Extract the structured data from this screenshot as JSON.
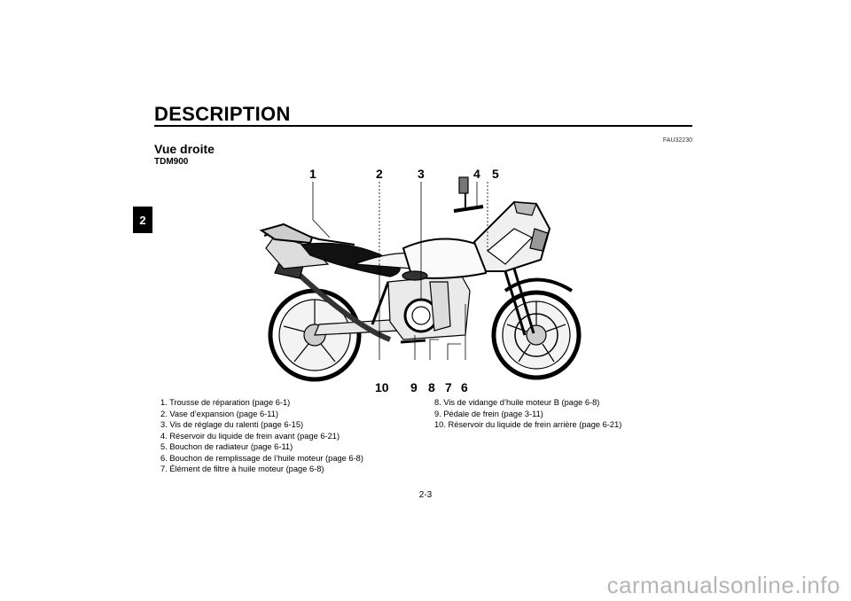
{
  "header": {
    "section_title": "DESCRIPTION",
    "chapter_tab": "2",
    "doc_code": "FAU32230"
  },
  "content": {
    "subtitle": "Vue droite",
    "model": "TDM900"
  },
  "callouts": {
    "top": [
      "1",
      "2",
      "3",
      "4",
      "5"
    ],
    "bottom": [
      "10",
      "9",
      "8",
      "7",
      "6"
    ]
  },
  "legend": {
    "left": [
      "1. Trousse de réparation (page 6-1)",
      "2. Vase d’expansion (page 6-11)",
      "3. Vis de réglage du ralenti (page 6-15)",
      "4. Réservoir du liquide de frein avant (page 6-21)",
      "5. Bouchon de radiateur (page 6-11)",
      "6. Bouchon de remplissage de l’huile moteur (page 6-8)",
      "7. Élément de filtre à huile moteur (page 6-8)"
    ],
    "right": [
      "8. Vis de vidange d’huile moteur B (page 6-8)",
      "9. Pédale de frein (page 3-11)",
      "10. Réservoir du liquide de frein arrière (page 6-21)"
    ]
  },
  "footer": {
    "page_number": "2-3",
    "watermark": "carmanualsonline.info"
  }
}
